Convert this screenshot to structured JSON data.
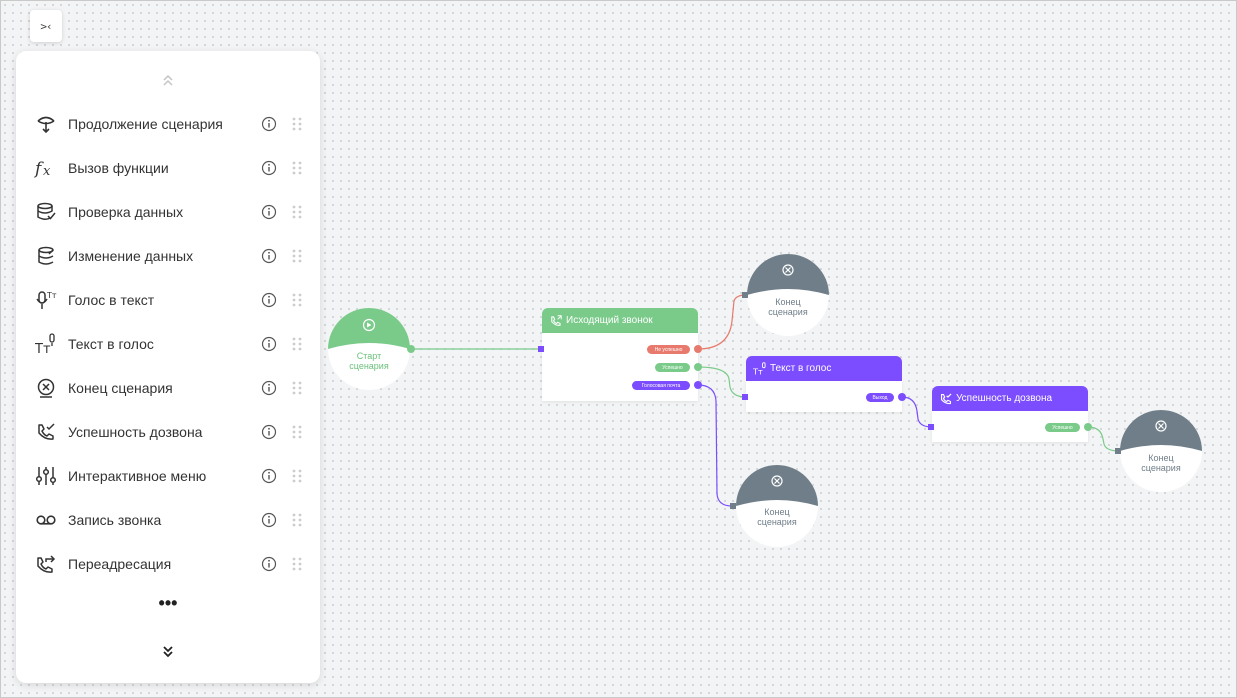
{
  "toolbar": {
    "collapse_label": ">‹"
  },
  "palette": {
    "items": [
      {
        "label": "Продолжение сценария",
        "icon": "continue-scenario-icon"
      },
      {
        "label": "Вызов функции",
        "icon": "function-icon"
      },
      {
        "label": "Проверка данных",
        "icon": "database-check-icon"
      },
      {
        "label": "Изменение данных",
        "icon": "database-edit-icon"
      },
      {
        "label": "Голос в текст",
        "icon": "speech-to-text-icon"
      },
      {
        "label": "Текст в голос",
        "icon": "text-to-speech-icon"
      },
      {
        "label": "Конец сценария",
        "icon": "end-scenario-icon"
      },
      {
        "label": "Успешность дозвона",
        "icon": "call-success-icon"
      },
      {
        "label": "Интерактивное меню",
        "icon": "interactive-menu-icon"
      },
      {
        "label": "Запись звонка",
        "icon": "voicemail-icon"
      },
      {
        "label": "Переадресация",
        "icon": "call-forward-icon"
      }
    ],
    "more_label": "•••"
  },
  "flow": {
    "start": {
      "line1": "Старт",
      "line2": "сценария"
    },
    "outgoing_call": {
      "title": "Исходящий звонок",
      "outputs": [
        "Не успешно",
        "Успешно",
        "Голосовая почта"
      ]
    },
    "tts": {
      "title": "Текст в голос",
      "outputs": [
        "Выход"
      ]
    },
    "call_success": {
      "title": "Успешность дозвона",
      "outputs": [
        "Успешно"
      ]
    },
    "end_nodes": [
      {
        "line1": "Конец",
        "line2": "сценария"
      },
      {
        "line1": "Конец",
        "line2": "сценария"
      },
      {
        "line1": "Конец",
        "line2": "сценария"
      }
    ]
  },
  "colors": {
    "green": "#7acb8a",
    "red": "#e87a6d",
    "purple": "#7c4dff",
    "gray": "#6f7e88",
    "start_text": "#6cc07c"
  }
}
